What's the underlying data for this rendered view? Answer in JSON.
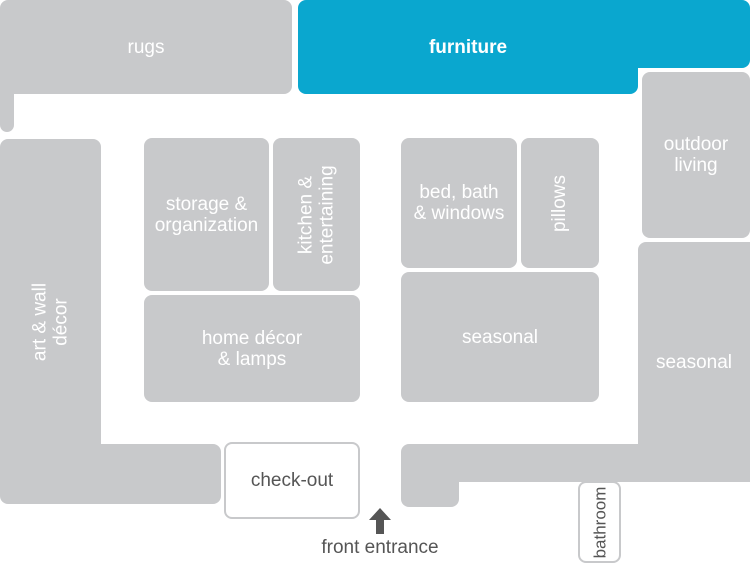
{
  "map": {
    "zones": {
      "rugs": "rugs",
      "furniture": "furniture",
      "outdoor_living": "outdoor\nliving",
      "art_wall_decor": "art & wall décor",
      "storage_organization": "storage &\norganization",
      "kitchen_entertaining": "kitchen &\nentertaining",
      "home_decor_lamps": "home décor\n& lamps",
      "bed_bath_windows": "bed, bath\n& windows",
      "pillows": "pillows",
      "seasonal_center": "seasonal",
      "seasonal_right": "seasonal",
      "check_out": "check-out",
      "bathroom": "bathroom"
    },
    "entrance_label": "front entrance"
  },
  "colors": {
    "zone": "#c8c9cb",
    "highlight": "#0aa7cf",
    "text_on_zone": "#ffffff",
    "text_dark": "#555555"
  }
}
